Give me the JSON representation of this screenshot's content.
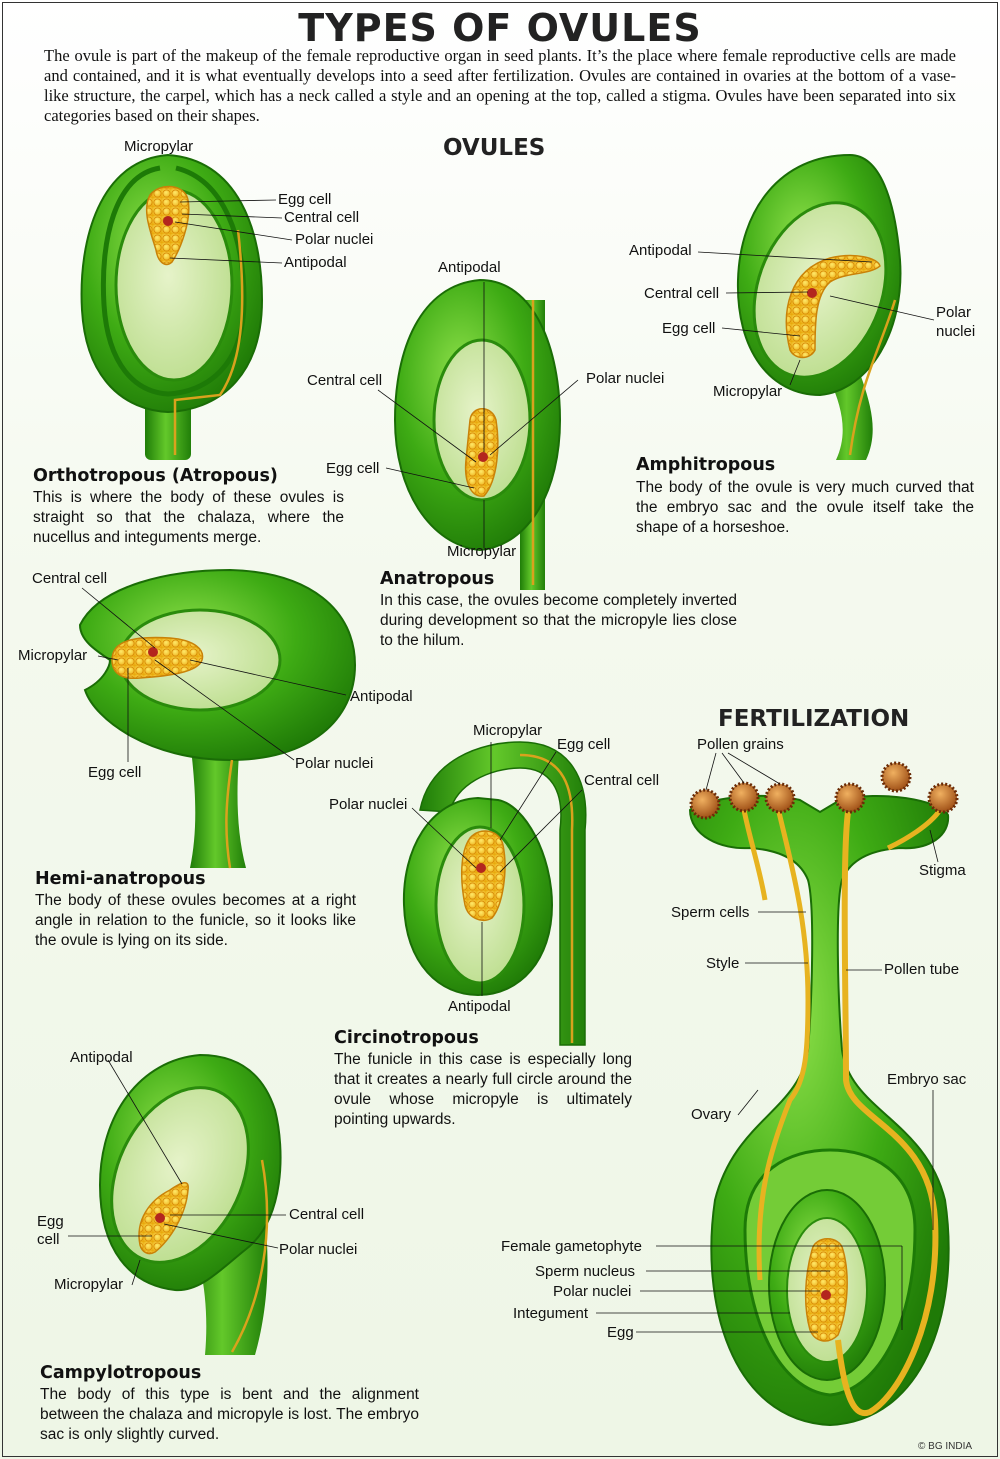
{
  "title": "TYPES OF OVULES",
  "intro": "The ovule is part of the makeup of the female reproductive organ in seed plants. It’s the place where female reproductive cells are made and contained, and it is what eventually develops into a seed after fertilization. Ovules are contained in ovaries at the bottom of a vase-like structure, the carpel, which has a neck called a style and an opening at the top, called a stigma. Ovules have been separated into six categories based on their shapes.",
  "ovules_heading": "OVULES",
  "fertilization_heading": "FERTILIZATION",
  "copyright": "© BG INDIA",
  "colors": {
    "integument": "#2f9e0f",
    "nucellus": "#cfe8a8",
    "embryo_sac": "#f2c21b",
    "funicle_strand": "#e7b320"
  },
  "types": {
    "orthotropous": {
      "name": "Orthotropous (Atropous)",
      "desc": "This is where the body of these ovules is straight so that the chalaza, where the nucellus and integuments merge.",
      "labels": {
        "micropylar": "Micropylar",
        "egg_cell": "Egg cell",
        "central_cell": "Central cell",
        "polar_nuclei": "Polar nuclei",
        "antipodal": "Antipodal"
      }
    },
    "anatropous": {
      "name": "Anatropous",
      "desc": "In this case, the ovules become completely inverted during development so that the micropyle lies close to the hilum.",
      "labels": {
        "antipodal": "Antipodal",
        "central_cell": "Central cell",
        "polar_nuclei": "Polar nuclei",
        "egg_cell": "Egg cell",
        "micropylar": "Micropylar"
      }
    },
    "amphitropous": {
      "name": "Amphitropous",
      "desc": "The body of the ovule is very much curved that the embryo sac and the ovule itself take the shape of a horseshoe.",
      "labels": {
        "antipodal": "Antipodal",
        "central_cell": "Central cell",
        "egg_cell": "Egg cell",
        "polar": "Polar",
        "nuclei": "nuclei",
        "micropylar": "Micropylar"
      }
    },
    "hemianatropous": {
      "name": "Hemi-anatropous",
      "desc": "The body of these ovules becomes at a right angle in relation to the funicle, so it looks like the ovule is lying on its side.",
      "labels": {
        "central_cell": "Central cell",
        "micropylar": "Micropylar",
        "antipodal": "Antipodal",
        "egg_cell": "Egg cell",
        "polar_nuclei": "Polar nuclei"
      }
    },
    "circinotropous": {
      "name": "Circinotropous",
      "desc": "The funicle in this case is especially long that it creates a nearly full circle around the ovule whose micropyle is ultimately pointing upwards.",
      "labels": {
        "micropylar": "Micropylar",
        "egg_cell": "Egg cell",
        "central_cell": "Central cell",
        "polar_nuclei": "Polar nuclei",
        "antipodal": "Antipodal"
      }
    },
    "campylotropous": {
      "name": "Campylotropous",
      "desc": "The body of this type is bent and the alignment between the chalaza and micropyle is lost. The embryo sac is only slightly curved.",
      "labels": {
        "antipodal": "Antipodal",
        "egg": "Egg",
        "cell": "cell",
        "central_cell": "Central cell",
        "polar_nuclei": "Polar nuclei",
        "micropylar": "Micropylar"
      }
    }
  },
  "fertilization": {
    "labels": {
      "pollen_grains": "Pollen grains",
      "stigma": "Stigma",
      "sperm_cells": "Sperm cells",
      "style": "Style",
      "pollen_tube": "Pollen tube",
      "embryo_sac": "Embryo sac",
      "ovary": "Ovary",
      "female_gametophyte": "Female gametophyte",
      "sperm_nucleus": "Sperm nucleus",
      "polar_nuclei": "Polar nuclei",
      "integument": "Integument",
      "egg": "Egg"
    }
  }
}
